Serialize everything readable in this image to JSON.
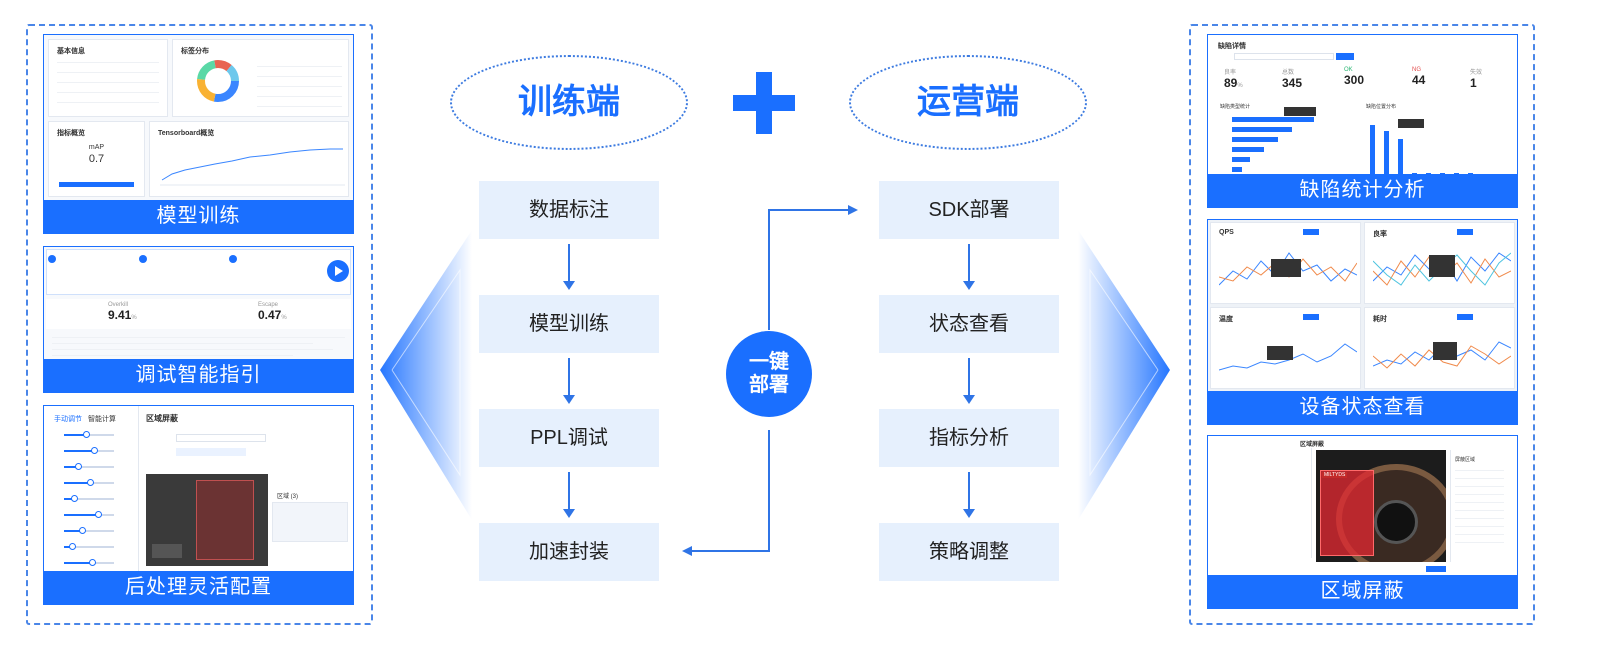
{
  "center": {
    "training_title": "训练端",
    "operation_title": "运营端",
    "plus_symbol": "+",
    "deploy_line1": "一键",
    "deploy_line2": "部署",
    "training_steps": [
      "数据标注",
      "模型训练",
      "PPL调试",
      "加速封装"
    ],
    "operation_steps": [
      "SDK部署",
      "状态查看",
      "指标分析",
      "策略调整"
    ]
  },
  "left_panels": {
    "model_training": {
      "caption": "模型训练",
      "basic_info_title": "基本信息",
      "label_dist_title": "标签分布",
      "metric_title": "指标概览",
      "metric_name": "mAP",
      "metric_value": "0.7",
      "tensorboard_title": "Tensorboard概览"
    },
    "debug_guide": {
      "caption": "调试智能指引",
      "overkill_label": "Overkill",
      "overkill_value": "9.41",
      "escape_label": "Escape",
      "escape_value": "0.47",
      "percent": "%"
    },
    "postprocess": {
      "caption": "后处理灵活配置",
      "tab_manual": "手动调节",
      "tab_smart": "智能计算",
      "region_title": "区域屏蔽",
      "region_list_title": "区域 (3)"
    }
  },
  "right_panels": {
    "defect_stats": {
      "caption": "缺陷统计分析",
      "title": "缺陷详情",
      "kpis": [
        {
          "label": "良率",
          "value": "89",
          "unit": "%"
        },
        {
          "label": "总数",
          "value": "345",
          "unit": ""
        },
        {
          "label": "OK",
          "value": "300",
          "unit": ""
        },
        {
          "label": "NG",
          "value": "44",
          "unit": ""
        },
        {
          "label": "失效",
          "value": "1",
          "unit": ""
        }
      ],
      "left_chart_title": "缺陷类型统计",
      "right_chart_title": "缺陷位置分布"
    },
    "device_status": {
      "caption": "设备状态查看",
      "charts": [
        "QPS",
        "良率",
        "温度",
        "耗时"
      ]
    },
    "region_mask": {
      "caption": "区域屏蔽",
      "title": "区域屏蔽",
      "list_title": "屏蔽区域",
      "tag": "MILTYDS"
    }
  },
  "colors": {
    "accent": "#1a6fff",
    "step_bg": "#e6f0fd",
    "deploy_circle": "#1a6fff"
  }
}
